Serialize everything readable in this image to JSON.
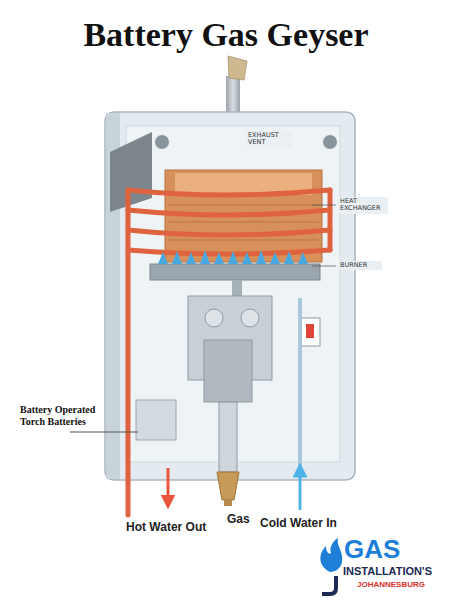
{
  "diagram": {
    "title": "Battery Gas Geyser",
    "labels": [
      "EXHAUST VENT",
      "HEAT EXCHANGER",
      "BURNER",
      "Battery Operated Torch Batteries",
      "Hot Water Out",
      "Gas",
      "Cold Water In",
      "GAS",
      "INSTALLATION'S",
      "JOHANNESBURG"
    ]
  }
}
